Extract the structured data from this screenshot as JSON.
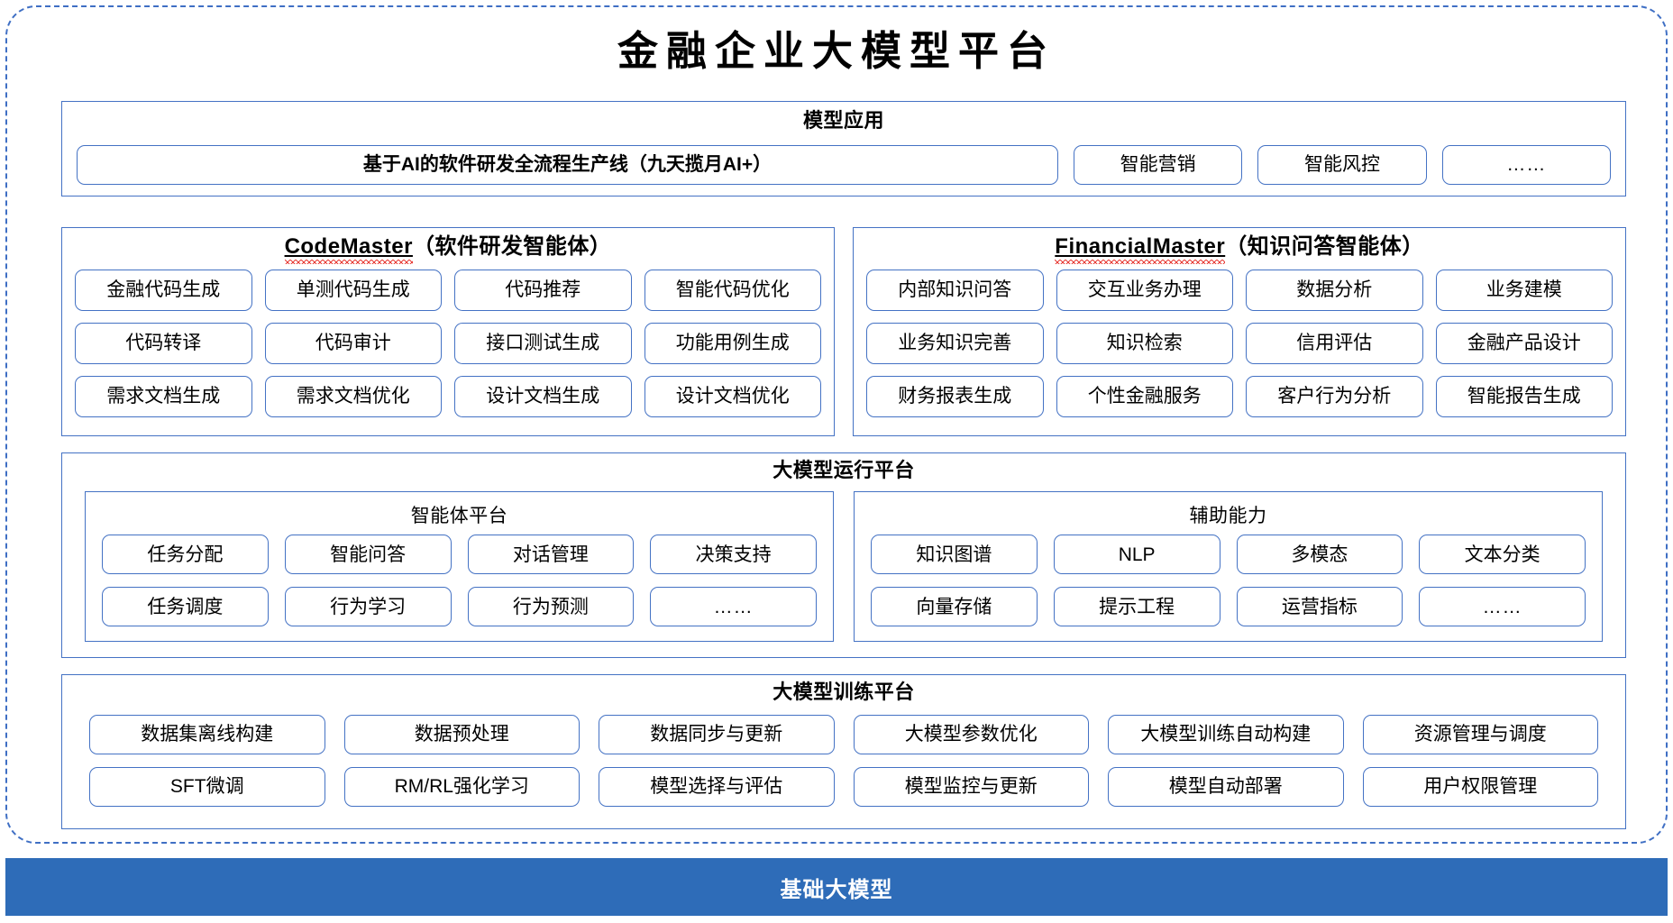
{
  "diagram": {
    "title": "金融企业大模型平台",
    "outer_border_color": "#3f6fc4",
    "panel_border_color": "#4472c4",
    "foundation_bar_color": "#2e6cb8"
  },
  "model_application": {
    "title": "模型应用",
    "items": [
      "基于AI的软件研发全流程生产线（九天揽月AI+）",
      "智能营销",
      "智能风控",
      "……"
    ]
  },
  "codemaster": {
    "brand": "CodeMaster",
    "title_suffix": "（软件研发智能体）",
    "items": [
      "金融代码生成",
      "单测代码生成",
      "代码推荐",
      "智能代码优化",
      "代码转译",
      "代码审计",
      "接口测试生成",
      "功能用例生成",
      "需求文档生成",
      "需求文档优化",
      "设计文档生成",
      "设计文档优化"
    ]
  },
  "financialmaster": {
    "brand": "FinancialMaster",
    "title_suffix": "（知识问答智能体）",
    "items": [
      "内部知识问答",
      "交互业务办理",
      "数据分析",
      "业务建模",
      "业务知识完善",
      "知识检索",
      "信用评估",
      "金融产品设计",
      "财务报表生成",
      "个性金融服务",
      "客户行为分析",
      "智能报告生成"
    ]
  },
  "runtime_platform": {
    "title": "大模型运行平台",
    "agent_platform": {
      "title": "智能体平台",
      "items": [
        "任务分配",
        "智能问答",
        "对话管理",
        "决策支持",
        "任务调度",
        "行为学习",
        "行为预测",
        "……"
      ]
    },
    "auxiliary_capability": {
      "title": "辅助能力",
      "items": [
        "知识图谱",
        "NLP",
        "多模态",
        "文本分类",
        "向量存储",
        "提示工程",
        "运营指标",
        "……"
      ]
    }
  },
  "training_platform": {
    "title": "大模型训练平台",
    "items": [
      "数据集离线构建",
      "数据预处理",
      "数据同步与更新",
      "大模型参数优化",
      "大模型训练自动构建",
      "资源管理与调度",
      "SFT微调",
      "RM/RL强化学习",
      "模型选择与评估",
      "模型监控与更新",
      "模型自动部署",
      "用户权限管理"
    ]
  },
  "foundation": {
    "label": "基础大模型"
  }
}
